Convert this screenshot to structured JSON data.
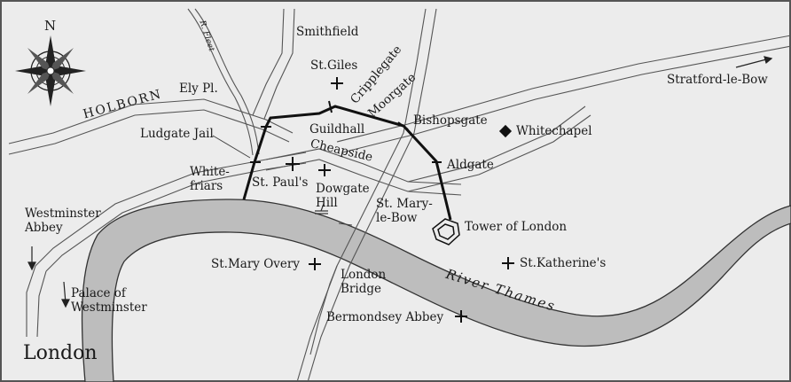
{
  "map": {
    "city": "London",
    "compass_north": "N",
    "river": "River Thames",
    "tributary": "R. Fleet",
    "roads": {
      "holborn": "HOLBORN",
      "cheapside": "Cheapside"
    },
    "places": {
      "smithfield": "Smithfield",
      "st_giles": "St.Giles",
      "cripplegate": "Cripplegate",
      "moorgate": "Moorgate",
      "ely_place": "Ely Pl.",
      "ludgate_jail": "Ludgate Jail",
      "guildhall": "Guildhall",
      "bishopsgate": "Bishopsgate",
      "whitechapel": "Whitechapel",
      "stratford": "Stratford-le-Bow",
      "aldgate": "Aldgate",
      "whitefriars": "White-\nfriars",
      "st_pauls": "St. Paul's",
      "dowgate_hill": "Dowgate\nHill",
      "st_mary_le_bow": "St. Mary-\nle-Bow",
      "tower": "Tower of London",
      "westminster_abbey": "Westminster\nAbbey",
      "palace": "Palace of\nWestminster",
      "st_mary_overy": "St.Mary Overy",
      "london_bridge": "London\nBridge",
      "st_katherines": "St.Katherine's",
      "bermondsey": "Bermondsey Abbey"
    }
  },
  "colors": {
    "background": "#ececec",
    "river": "#bdbdbd",
    "road": "#7a7a7a",
    "wall": "#111111"
  }
}
